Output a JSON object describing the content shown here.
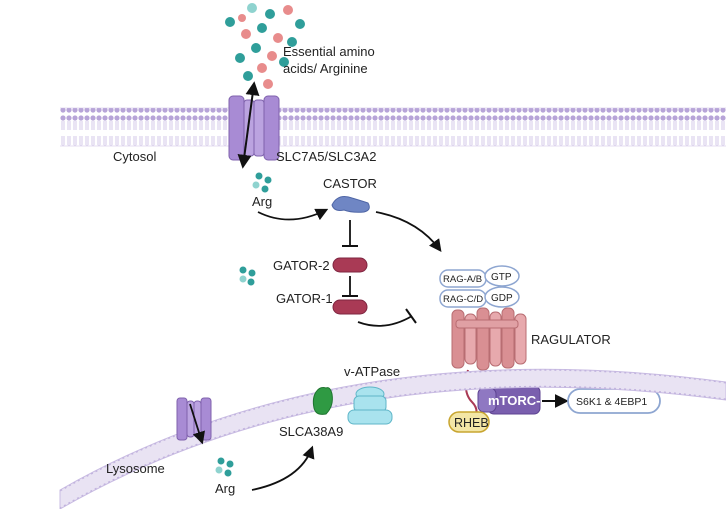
{
  "labels": {
    "amino_acids_line1": "Essential amino",
    "amino_acids_line2": "acids/ Arginine",
    "cytosol": "Cytosol",
    "transporter": "SLC7A5/SLC3A2",
    "arg_top": "Arg",
    "castor": "CASTOR",
    "gator2": "GATOR-2",
    "gator1": "GATOR-1",
    "rag_ab": "RAG-A/B",
    "rag_cd": "RAG-C/D",
    "gtp": "GTP",
    "gdp": "GDP",
    "ragulator": "RAGULATOR",
    "mtorc1": "mTORC-1",
    "rheb": "RHEB",
    "s6k1_4ebp1": "S6K1 & 4EBP1",
    "v_atpase": "v-ATPase",
    "slca38a9": "SLCA38A9",
    "lysosome": "Lysosome",
    "arg_bottom": "Arg"
  },
  "colors": {
    "membrane": "#b7a4d8",
    "transporter": "#a88bd4",
    "teal_dot": "#2f9e9a",
    "pink_dot": "#e88c8c",
    "castor": "#6f86c4",
    "gator": "#a93a55",
    "ragulator": "#d98f93",
    "mtorc1": "#7a5fae",
    "rheb": "#f3e6a6",
    "v_atpase": "#a9e3ee",
    "slca38a9": "#2f9a43"
  },
  "icons": [
    "transporter-icon",
    "castor-icon",
    "gator2-icon",
    "gator1-icon",
    "ragulator-icon",
    "v-atpase-icon",
    "slca38a9-icon",
    "lysosomal-transporter-icon"
  ]
}
